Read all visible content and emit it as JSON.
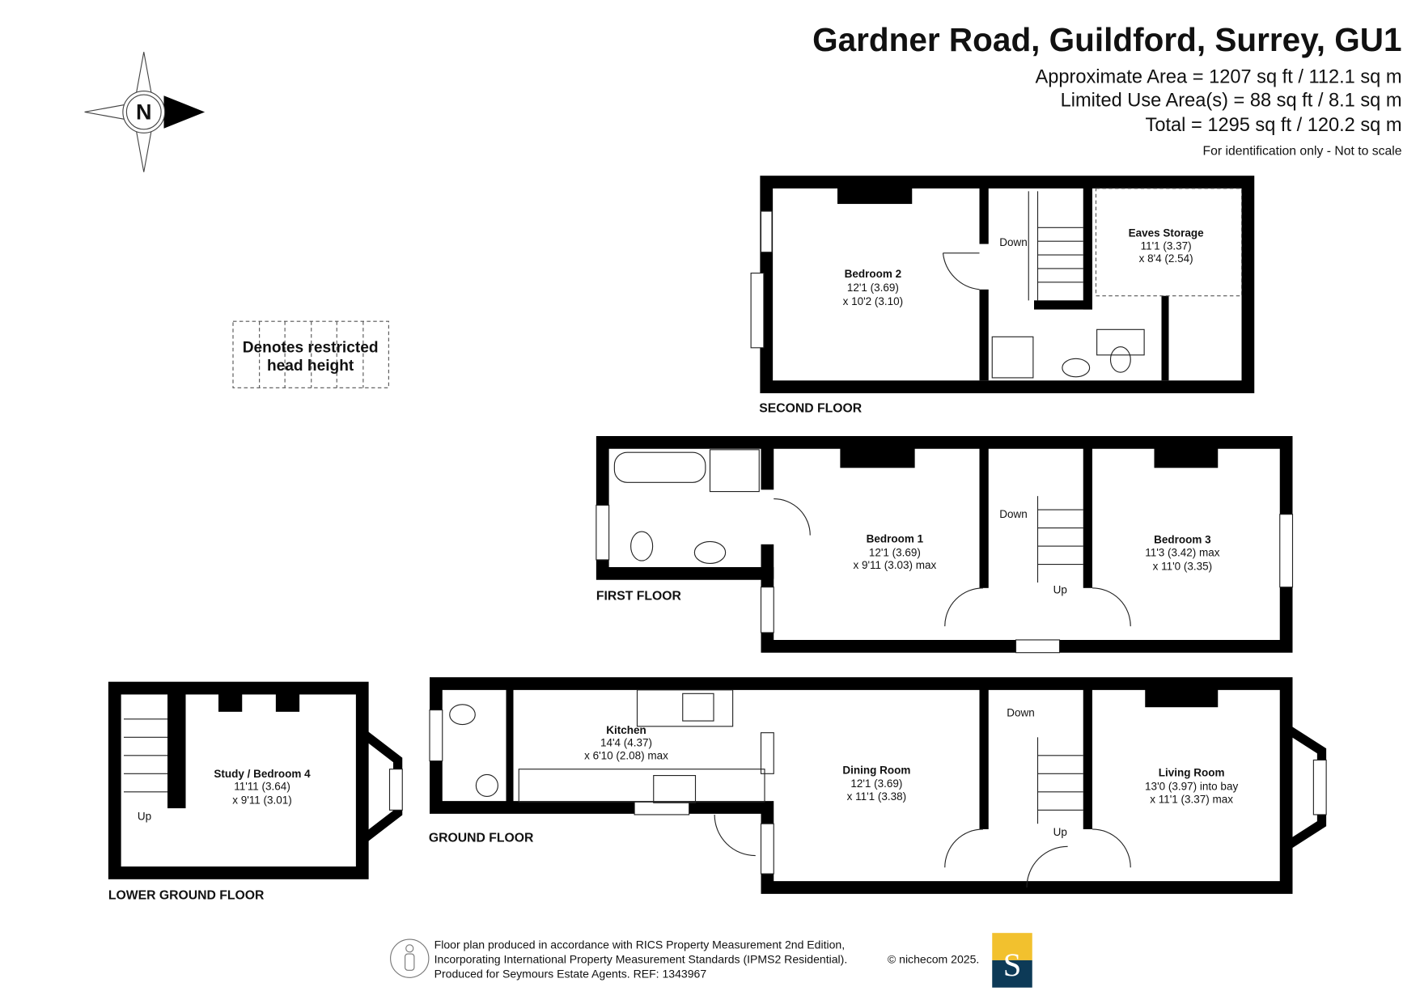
{
  "header": {
    "title": "Gardner Road, Guildford, Surrey, GU1",
    "approx_area": "Approximate Area = 1207 sq ft / 112.1 sq m",
    "limited_area": "Limited Use Area(s) = 88 sq ft / 8.1 sq m",
    "total": "Total = 1295 sq ft / 120.2 sq m",
    "disclaimer": "For identification only - Not to scale"
  },
  "compass": {
    "letter": "N"
  },
  "legend": {
    "line1": "Denotes restricted",
    "line2": "head height"
  },
  "floors": {
    "second": {
      "label": "SECOND FLOOR",
      "bedroom2": {
        "name": "Bedroom 2",
        "dim1": "12'1 (3.69)",
        "dim2": "x 10'2 (3.10)"
      },
      "eaves": {
        "name": "Eaves Storage",
        "dim1": "11'1 (3.37)",
        "dim2": "x 8'4 (2.54)"
      },
      "stairs_down": "Down"
    },
    "first": {
      "label": "FIRST FLOOR",
      "bedroom1": {
        "name": "Bedroom 1",
        "dim1": "12'1 (3.69)",
        "dim2": "x 9'11 (3.03) max"
      },
      "bedroom3": {
        "name": "Bedroom 3",
        "dim1": "11'3 (3.42) max",
        "dim2": "x 11'0 (3.35)"
      },
      "stairs_down": "Down",
      "stairs_up": "Up"
    },
    "ground": {
      "label": "GROUND FLOOR",
      "kitchen": {
        "name": "Kitchen",
        "dim1": "14'4 (4.37)",
        "dim2": "x 6'10 (2.08) max"
      },
      "dining": {
        "name": "Dining Room",
        "dim1": "12'1 (3.69)",
        "dim2": "x 11'1 (3.38)"
      },
      "living": {
        "name": "Living Room",
        "dim1": "13'0 (3.97) into bay",
        "dim2": "x 11'1 (3.37) max"
      },
      "stairs_down": "Down",
      "stairs_up": "Up"
    },
    "lower": {
      "label": "LOWER GROUND FLOOR",
      "study": {
        "name": "Study / Bedroom 4",
        "dim1": "11'11 (3.64)",
        "dim2": "x 9'11 (3.01)"
      },
      "stairs_up": "Up"
    }
  },
  "footer": {
    "line1": "Floor plan produced in accordance with RICS Property Measurement 2nd Edition,",
    "line2": "Incorporating International Property Measurement Standards (IPMS2 Residential).",
    "copyright": "© nichecom 2025.",
    "line3": "Produced for Seymours Estate Agents.   REF: 1343967",
    "logo_letter": "S",
    "logo_colors": {
      "top": "#f2c12e",
      "bottom": "#0d3a57"
    }
  }
}
